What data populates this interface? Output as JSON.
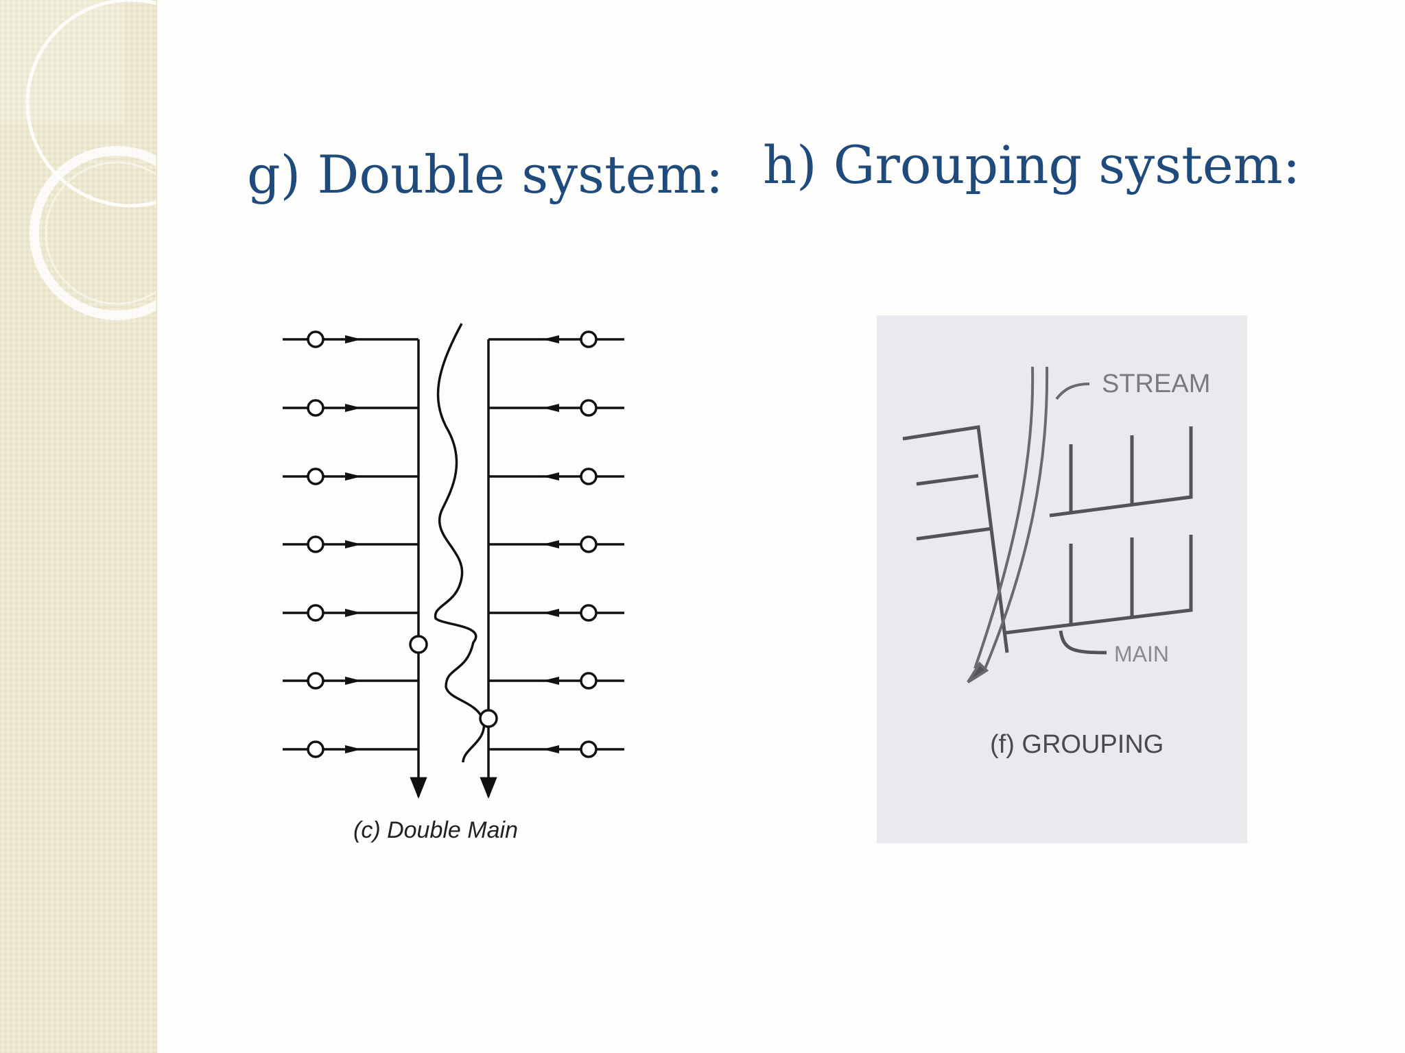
{
  "slide": {
    "left_heading": "g) Double system:",
    "right_heading": "h) Grouping system:"
  },
  "figures": {
    "double_main": {
      "caption": "(c) Double Main"
    },
    "grouping": {
      "stream_label": "STREAM",
      "main_label": "MAIN",
      "caption": "(f) GROUPING"
    }
  },
  "colors": {
    "heading": "#1f4a7c",
    "side_band": "#ece7cf",
    "grouping_paper": "#ece9ee"
  }
}
